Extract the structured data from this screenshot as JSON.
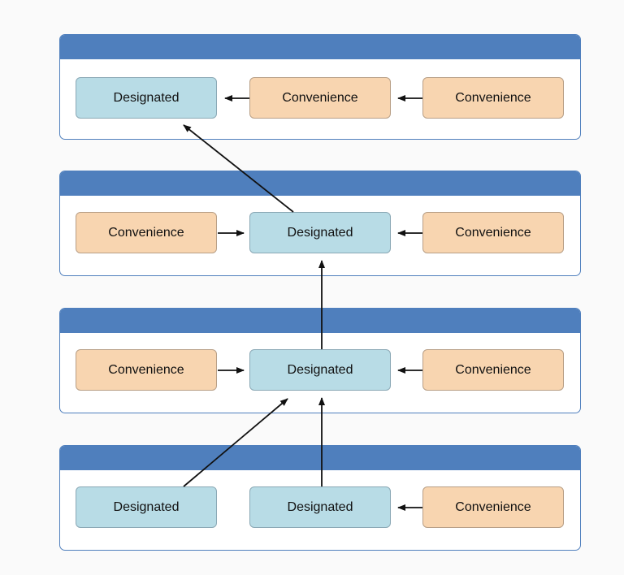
{
  "colors": {
    "panel_header": "#4f7fbd",
    "panel_border": "#4f7fbd",
    "designated_fill": "#b8dce6",
    "convenience_fill": "#f8d5b0",
    "arrow": "#111111",
    "background": "#fafafa"
  },
  "panels": [
    {
      "nodes": [
        {
          "label": "Designated",
          "kind": "designated"
        },
        {
          "label": "Convenience",
          "kind": "convenience"
        },
        {
          "label": "Convenience",
          "kind": "convenience"
        }
      ]
    },
    {
      "nodes": [
        {
          "label": "Convenience",
          "kind": "convenience"
        },
        {
          "label": "Designated",
          "kind": "designated"
        },
        {
          "label": "Convenience",
          "kind": "convenience"
        }
      ]
    },
    {
      "nodes": [
        {
          "label": "Convenience",
          "kind": "convenience"
        },
        {
          "label": "Designated",
          "kind": "designated"
        },
        {
          "label": "Convenience",
          "kind": "convenience"
        }
      ]
    },
    {
      "nodes": [
        {
          "label": "Designated",
          "kind": "designated"
        },
        {
          "label": "Designated",
          "kind": "designated"
        },
        {
          "label": "Convenience",
          "kind": "convenience"
        }
      ]
    }
  ]
}
